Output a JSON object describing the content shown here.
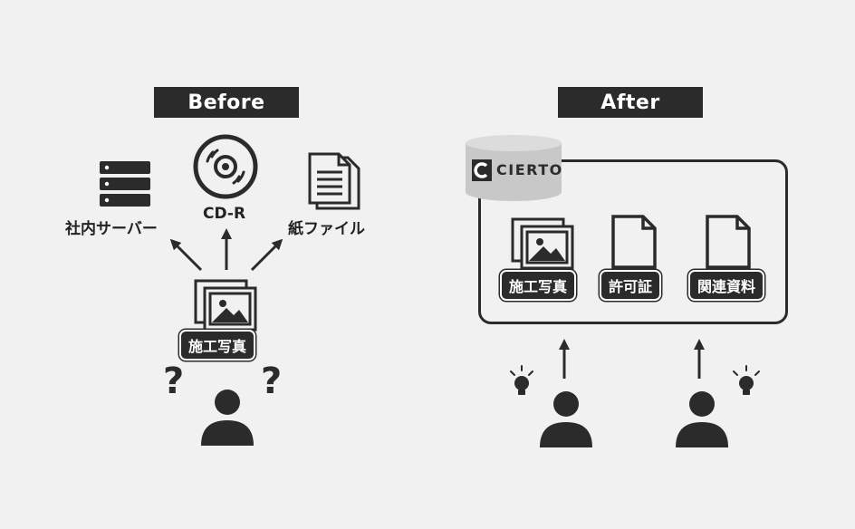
{
  "before": {
    "title": "Before",
    "destinations": [
      {
        "label": "社内サーバー",
        "icon": "server-icon"
      },
      {
        "label": "CD-R",
        "icon": "cd-icon"
      },
      {
        "label": "紙ファイル",
        "icon": "paper-file-icon"
      }
    ],
    "source": {
      "label": "施工写真",
      "icon": "photo-icon"
    },
    "marks": [
      "?",
      "?"
    ]
  },
  "after": {
    "title": "After",
    "system": {
      "name": "CIERTO",
      "logo_letter": "C",
      "icon": "database-icon"
    },
    "items": [
      {
        "label": "施工写真",
        "icon": "photo-icon"
      },
      {
        "label": "許可証",
        "icon": "document-icon"
      },
      {
        "label": "関連資料",
        "icon": "document-icon"
      }
    ]
  },
  "colors": {
    "ink": "#2b2b2b",
    "background": "#f1f1f1",
    "database_gray": "#c8c8c8"
  }
}
